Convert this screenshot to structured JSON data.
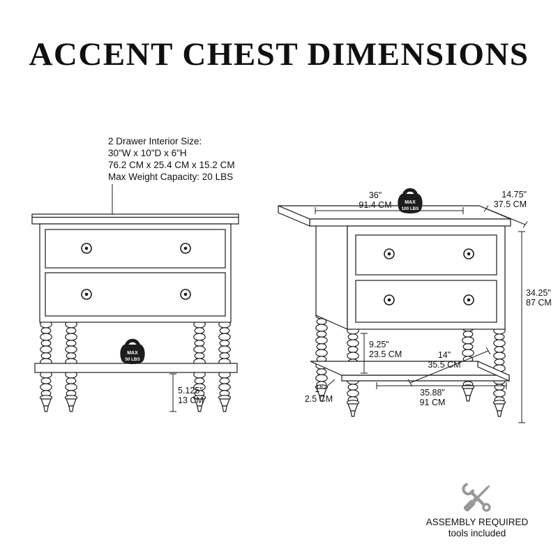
{
  "title": "ACCENT CHEST DIMENSIONS",
  "note": {
    "line1": "2 Drawer Interior Size:",
    "line2": "30\"W x 10\"D x 6\"H",
    "line3": "76.2 CM x 25.4 CM x 15.2 CM",
    "line4": "Max Weight Capacity: 20 LBS"
  },
  "front_view": {
    "shelf_weight_label": "MAX",
    "shelf_weight_value": "50 LBS",
    "shelf_height_in": "5.125\"",
    "shelf_height_cm": "13 CM"
  },
  "side_view": {
    "top_weight_label": "MAX",
    "top_weight_value": "100 LBS",
    "width_in": "36\"",
    "width_cm": "91.4 CM",
    "depth_in": "14.75\"",
    "depth_cm": "37.5 CM",
    "height_in": "34.25\"",
    "height_cm": "87 CM",
    "clearance_in": "9.25\"",
    "clearance_cm": "23.5 CM",
    "shelf_depth_in": "14\"",
    "shelf_depth_cm": "35.5 CM",
    "shelf_thickness_in": "1\"",
    "shelf_thickness_cm": "2.5 CM",
    "shelf_width_in": "35.88\"",
    "shelf_width_cm": "91 CM"
  },
  "assembly": {
    "line1": "ASSEMBLY REQUIRED",
    "line2": "tools included"
  },
  "colors": {
    "ink": "#1a1a1a",
    "tool_icon_gray": "#98989a"
  }
}
